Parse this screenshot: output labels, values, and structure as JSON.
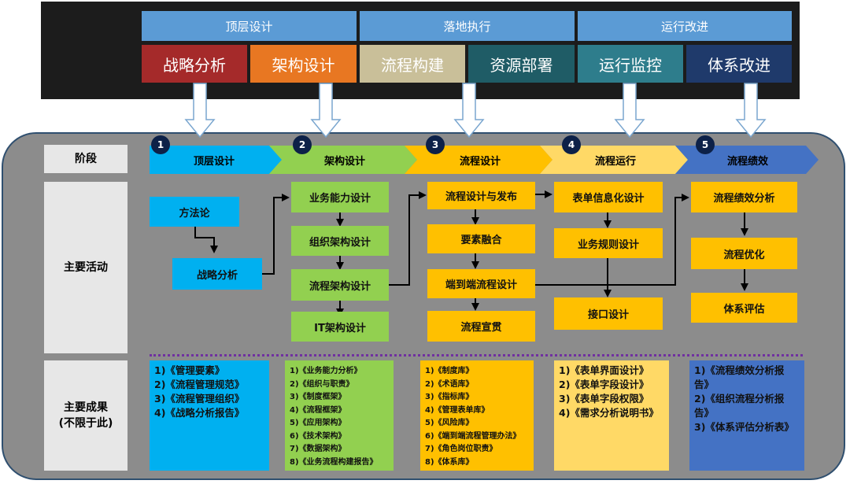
{
  "header": {
    "phases": [
      "顶层设计",
      "落地执行",
      "运行改进"
    ],
    "sub": [
      "战略分析",
      "架构设计",
      "流程构建",
      "资源部署",
      "运行监控",
      "体系改进"
    ]
  },
  "rows": {
    "stage": "阶段",
    "activities": "主要活动",
    "outputs_line1": "主要成果",
    "outputs_line2": "(不限于此)"
  },
  "stages": [
    {
      "num": "1",
      "name": "顶层设计"
    },
    {
      "num": "2",
      "name": "架构设计"
    },
    {
      "num": "3",
      "name": "流程设计"
    },
    {
      "num": "4",
      "name": "流程运行"
    },
    {
      "num": "5",
      "name": "流程绩效"
    }
  ],
  "activities": {
    "s1": [
      "方法论",
      "战略分析"
    ],
    "s2": [
      "业务能力设计",
      "组织架构设计",
      "流程架构设计",
      "IT架构设计"
    ],
    "s3": [
      "流程设计与发布",
      "要素融合",
      "端到端流程设计",
      "流程宣贯"
    ],
    "s4": [
      "表单信息化设计",
      "业务规则设计",
      "接口设计"
    ],
    "s5": [
      "流程绩效分析",
      "流程优化",
      "体系评估"
    ]
  },
  "outputs": {
    "s1": [
      "1)《管理要素》",
      "2)《流程管理规范》",
      "3)《流程管理组织》",
      "4)《战略分析报告》"
    ],
    "s2": [
      "1)《业务能力分析》",
      "2)《组织与职责》",
      "3)《制度框架》",
      "4)《流程框架》",
      "5)《应用架构》",
      "6)《技术架构》",
      "7)《数据架构》",
      "8)《业务流程构建报告》"
    ],
    "s3": [
      "1)《制度库》",
      "2)《术语库》",
      "3)《指标库》",
      "4)《管理表单库》",
      "5)《风险库》",
      "6)《端到端流程管理办法》",
      "7)《角色岗位职责》",
      "8)《体系库》"
    ],
    "s4": [
      "1)《表单界面设计》",
      "2)《表单字段设计》",
      "3)《表单字段权限》",
      "4)《需求分析说明书》"
    ],
    "s5": [
      "1)《流程绩效分析报",
      "告》",
      "2)《组织流程分析报",
      "告》",
      "3)《体系评估分析表》"
    ]
  },
  "colors": {
    "header_blue": "#5b9bd5",
    "strategy_red": "#a52a2a",
    "arch_orange": "#e87722",
    "build_tan": "#c9bf99",
    "deploy_teal": "#1f5c66",
    "monitor_teal": "#2e7d8c",
    "improve_navy": "#1f3a6b",
    "stage_blue": "#00b0f0",
    "stage_green": "#92d050",
    "stage_orange": "#ffc000",
    "stage_yellow": "#ffd966",
    "stage_steel": "#4472c4"
  }
}
